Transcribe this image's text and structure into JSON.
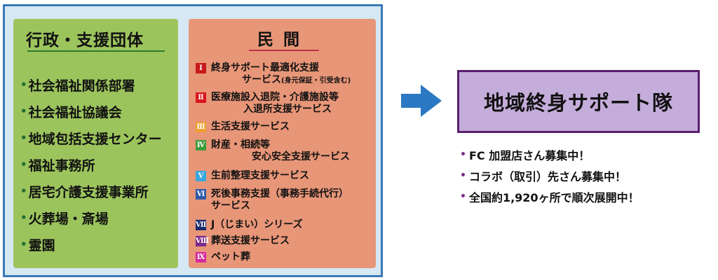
{
  "government": {
    "title": "行政・支援団体",
    "bullet": "•",
    "items": [
      "社会福祉関係部署",
      "社会福祉協議会",
      "地域包括支援センター",
      "福祉事務所",
      "居宅介護支援事業所",
      "火葬場・斎場",
      "霊園"
    ]
  },
  "private": {
    "title": "民間",
    "services": [
      {
        "num": "Ⅰ",
        "color": "#c8191c",
        "line1": "終身サポート最適化支援",
        "line2": "サービス",
        "line2_small": "(身元保証・引受含む)"
      },
      {
        "num": "Ⅱ",
        "color": "#d8161c",
        "line1": "医療施設入退院・介護施設等",
        "line2": "入退所支援サービス"
      },
      {
        "num": "Ⅲ",
        "color": "#f0a030",
        "line1": "生活支援サービス"
      },
      {
        "num": "Ⅳ",
        "color": "#3f9b3a",
        "line1": "財産・相続等",
        "line2": "安心安全支援サービス"
      },
      {
        "num": "Ⅴ",
        "color": "#3aa7dc",
        "line1": "生前整理支援サービス"
      },
      {
        "num": "Ⅵ",
        "color": "#2f5aa8",
        "line1": "死後事務支援（事務手続代行）",
        "line2": "サービス"
      },
      {
        "num": "Ⅶ",
        "color": "#1a2a6c",
        "line1": "J（じまい）シリーズ"
      },
      {
        "num": "Ⅷ",
        "color": "#7a2a8a",
        "line1": "葬送支援サービス"
      },
      {
        "num": "Ⅸ",
        "color": "#d52a9e",
        "line1": "ペット葬"
      }
    ]
  },
  "arrow": {
    "icon": "right-arrow-icon",
    "color": "#2a79c2"
  },
  "target": {
    "title": "地域終身サポート隊"
  },
  "notes": {
    "dot": "•",
    "items": [
      "FC 加盟店さん募集中！",
      "コラボ（取引）先さん募集中！",
      "全国約1,920ヶ所で順次展開中！"
    ]
  }
}
